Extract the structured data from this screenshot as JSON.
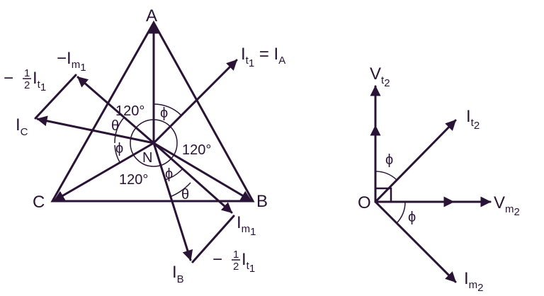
{
  "colors": {
    "ink": "#2a1435",
    "background": "#ffffff"
  },
  "left_diagram": {
    "vertices": {
      "a": "A",
      "b": "B",
      "c": "C",
      "n": "N"
    },
    "labels": {
      "it1_eq_ia": {
        "main": "I",
        "sub": "t",
        "subsub": "1",
        "eq": " = I",
        "sub2": "A"
      },
      "neg_im1_top": {
        "main": "−I",
        "sub": "m",
        "subsub": "1"
      },
      "neg_half_it1_top": {
        "prefix": "− ",
        "num": "1",
        "den": "2",
        "main": "I",
        "sub": "t",
        "subsub": "1"
      },
      "ic": {
        "main": "I",
        "sub": "C"
      },
      "im1": {
        "main": "I",
        "sub": "m",
        "subsub": "1"
      },
      "neg_half_it1_bottom": {
        "prefix": "− ",
        "num": "1",
        "den": "2",
        "main": "I",
        "sub": "t",
        "subsub": "1"
      },
      "ib": {
        "main": "I",
        "sub": "B"
      }
    },
    "angles": {
      "a120_top": "120°",
      "a120_right": "120°",
      "a120_bottom": "120°",
      "phi": "ϕ",
      "theta": "θ"
    }
  },
  "right_diagram": {
    "origin": "O",
    "labels": {
      "vt2": {
        "main": "V",
        "sub": "t",
        "subsub": "2"
      },
      "it2": {
        "main": "I",
        "sub": "t",
        "subsub": "2"
      },
      "vm2": {
        "main": "V",
        "sub": "m",
        "subsub": "2"
      },
      "im2": {
        "main": "I",
        "sub": "m",
        "subsub": "2"
      }
    },
    "angles": {
      "phi": "ϕ"
    }
  }
}
